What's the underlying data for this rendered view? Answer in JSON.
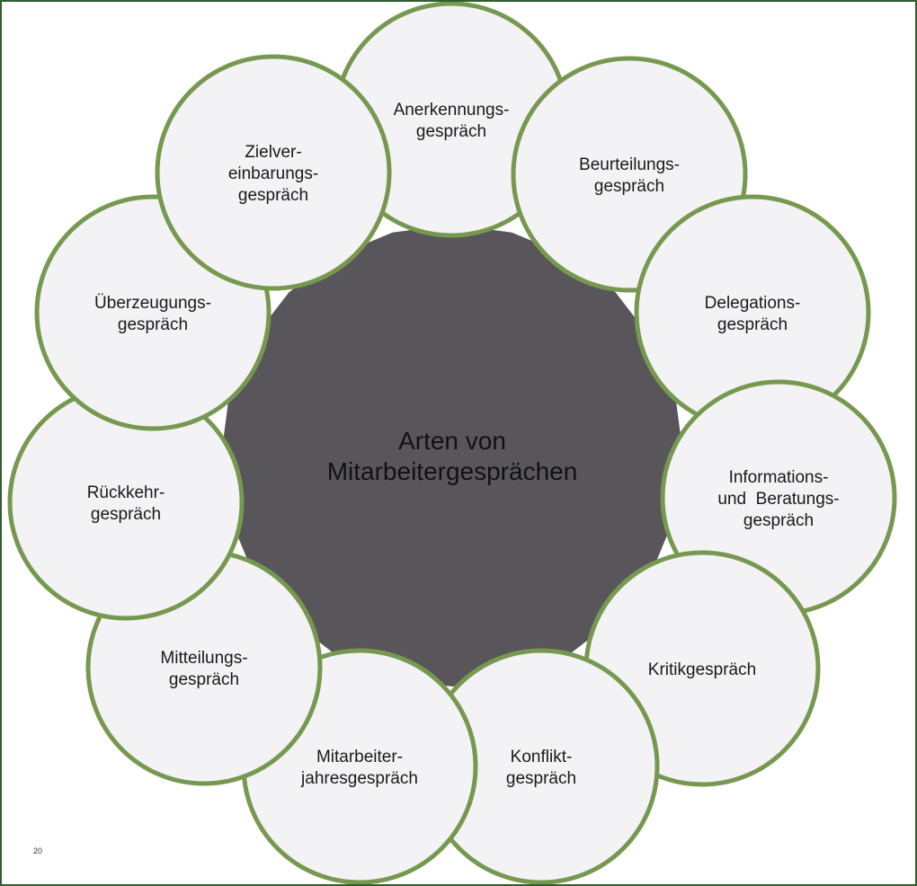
{
  "center": {
    "lines": [
      "Arten von",
      "Mitarbeitergesprächen"
    ]
  },
  "items": [
    {
      "lines": [
        "Anerkennungs-",
        "gespräch"
      ]
    },
    {
      "lines": [
        "Beurteilungs-",
        "gespräch"
      ]
    },
    {
      "lines": [
        "Delegations-",
        "gespräch"
      ]
    },
    {
      "lines": [
        "Informations-",
        "und  Beratungs-",
        "gespräch"
      ]
    },
    {
      "lines": [
        "Kritikgespräch"
      ]
    },
    {
      "lines": [
        "Konflikt-",
        "gespräch"
      ]
    },
    {
      "lines": [
        "Mitarbeiter-",
        "jahresgespräch"
      ]
    },
    {
      "lines": [
        "Mitteilungs-",
        "gespräch"
      ]
    },
    {
      "lines": [
        "Rückkehr-",
        "gespräch"
      ]
    },
    {
      "lines": [
        "Überzeugungs-",
        "gespräch"
      ]
    },
    {
      "lines": [
        "Zielver-",
        "einbarungs-",
        "gespräch"
      ]
    }
  ],
  "page_number": "20",
  "colors": {
    "center_fill": "#58565a",
    "circle_fill": "#f3f2f4",
    "circle_stroke": "#76984f",
    "frame": "#2f5f2f"
  }
}
